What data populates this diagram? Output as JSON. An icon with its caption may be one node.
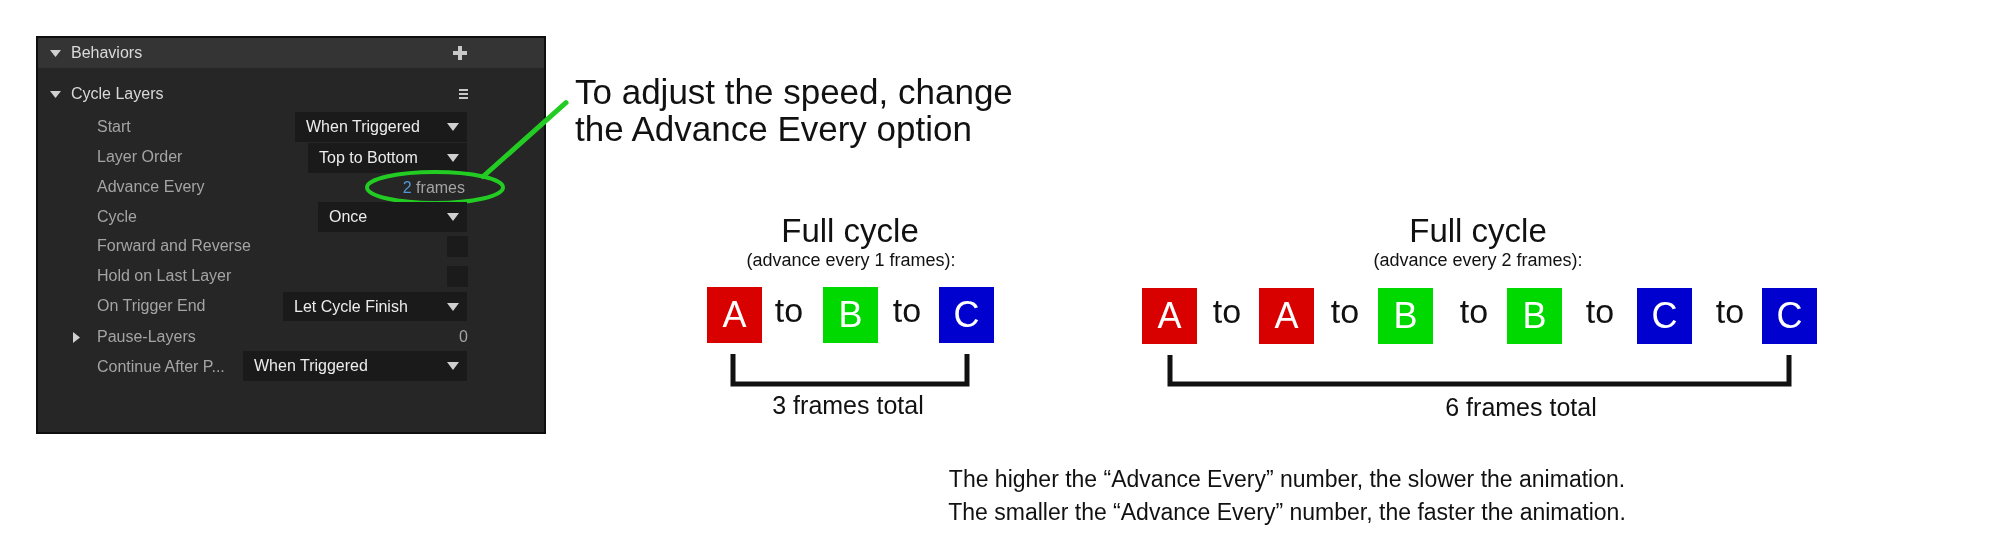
{
  "diagram": {
    "nodes": [
      {
        "text": [
          "Cycle Layers",
          "Start",
          "Layer Order",
          "Advance Every",
          "Cycle",
          "Forward and Reverse",
          "Hold on Last Layer",
          "On Trigger End",
          "Pause-Layers",
          "0",
          "Continue After P..."
        ]
      },
      {
        "text": [
          "Behaviors"
        ],
        "in": 0
      },
      {
        "text": [
          "When Triggered"
        ],
        "in": 0
      },
      {
        "text": [
          "Top to Bottom"
        ],
        "in": 0
      },
      {
        "text": [
          "2 frames"
        ],
        "in": 0
      },
      {
        "text": [
          "Once"
        ],
        "in": 0
      },
      {
        "text": [],
        "shape": "box",
        "in": 0
      },
      {
        "text": [],
        "shape": "box",
        "in": 0
      },
      {
        "text": [
          "Let Cycle Finish"
        ],
        "in": 0
      },
      {
        "text": [
          "When Triggered"
        ],
        "in": 0
      },
      {
        "text": [
          "To adjust the speed, change the Advance Every option"
        ]
      },
      {
        "text": [
          "A"
        ]
      },
      {
        "text": [
          "B"
        ]
      },
      {
        "text": [
          "C"
        ]
      },
      {
        "text": [
          "A"
        ]
      },
      {
        "text": [
          "A"
        ]
      },
      {
        "text": [
          "B"
        ]
      },
      {
        "text": [
          "B"
        ]
      },
      {
        "text": [
          "C"
        ]
      },
      {
        "text": [
          "C"
        ]
      }
    ],
    "edges": [
      {
        "from": 10,
        "to": 4,
        "arrow": "none"
      }
    ],
    "labels": [
      "Full cycle",
      "(advance every 1 frames):",
      "to",
      "to",
      "3 frames total",
      "Full cycle",
      "(advance every 2 frames):",
      "to",
      "to",
      "to",
      "to",
      "to",
      "6 frames total",
      "The higher the “Advance Every” number, the slower the animation.",
      "The smaller the “Advance Every” number, the faster the animation."
    ]
  }
}
